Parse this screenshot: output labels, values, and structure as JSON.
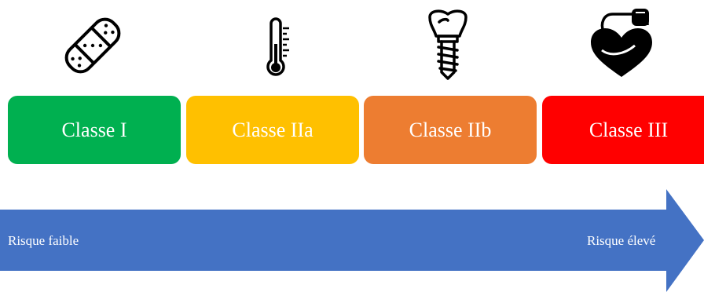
{
  "classes": [
    {
      "label": "Classe I",
      "color": "#00b050",
      "icon": "bandage-icon"
    },
    {
      "label": "Classe IIa",
      "color": "#ffc000",
      "icon": "thermometer-icon"
    },
    {
      "label": "Classe IIb",
      "color": "#ed7d31",
      "icon": "dental-implant-icon"
    },
    {
      "label": "Classe III",
      "color": "#ff0000",
      "icon": "pacemaker-heart-icon"
    }
  ],
  "risk_scale": {
    "low_label": "Risque faible",
    "high_label": "Risque élevé",
    "color": "#4472c4"
  }
}
